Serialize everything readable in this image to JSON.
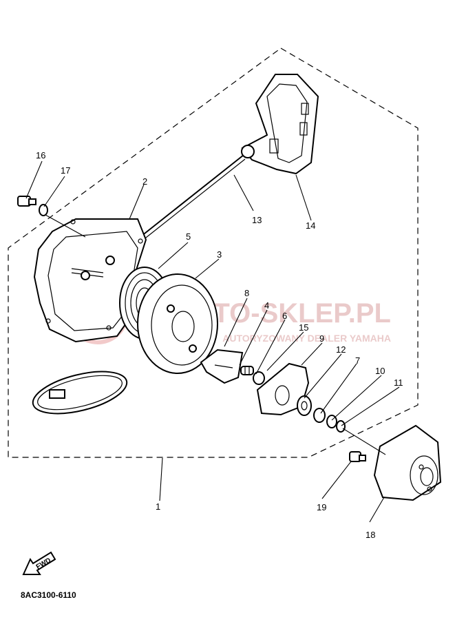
{
  "diagram_code": "8AC3100-6110",
  "direction_label": "FWD",
  "watermark": {
    "main_text": "MOTO-SKLEP.PL",
    "sub_text": "AUTORYZOWANY DEALER YAMAHA",
    "color": "#e8a0a0"
  },
  "callouts": [
    "1",
    "2",
    "3",
    "4",
    "5",
    "6",
    "7",
    "8",
    "9",
    "10",
    "11",
    "12",
    "13",
    "14",
    "15",
    "16",
    "17",
    "18",
    "19"
  ]
}
